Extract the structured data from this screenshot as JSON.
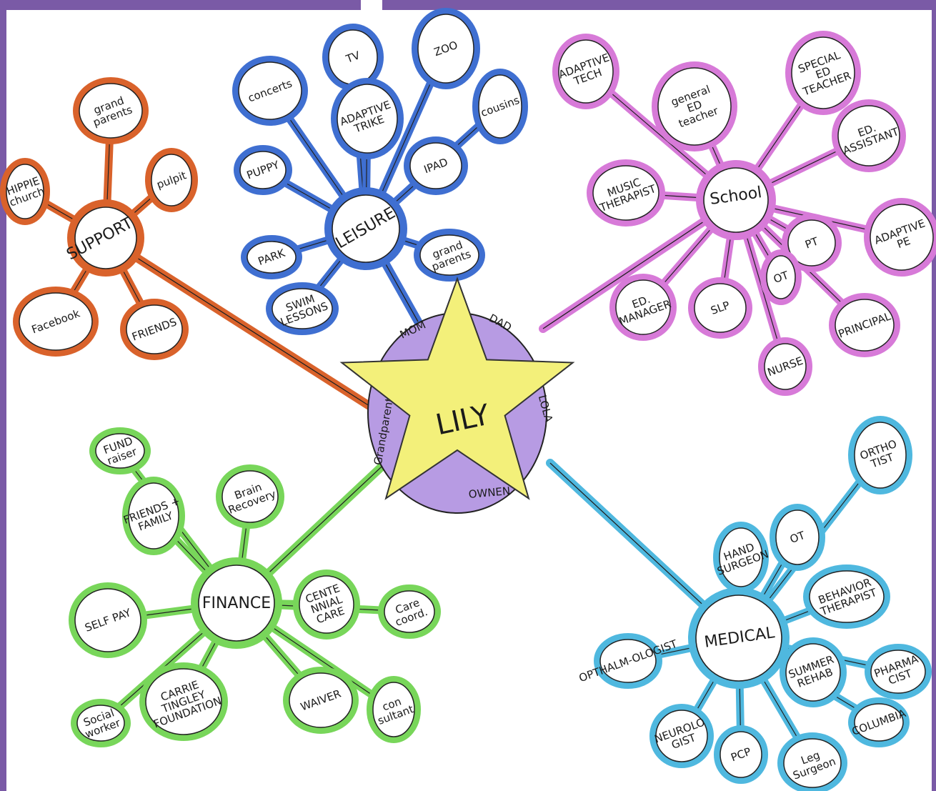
{
  "center": {
    "label": "LILY",
    "family": [
      "MOM",
      "DAD",
      "LOLA",
      "OWNEN",
      "Grandparents"
    ]
  },
  "colors": {
    "frame": "#7a5aa6",
    "support": "#d9622b",
    "leisure": "#3f6fd1",
    "school": "#d77ad8",
    "finance": "#78d65a",
    "medical": "#4fb8df",
    "star": "#f3f07a",
    "center": "#b79be3"
  },
  "hubs": [
    {
      "id": "support",
      "label": "SUPPORT",
      "color": "support",
      "children": [
        "grand parents",
        "HIPPIE church",
        "pulpit",
        "Facebook",
        "FRIENDS"
      ]
    },
    {
      "id": "leisure",
      "label": "LEISURE",
      "color": "leisure",
      "children": [
        "concerts",
        "TV",
        "ZOO",
        "ADAPTIVE TRIKE",
        "cousins",
        "PUPPY",
        "IPAD",
        "PARK",
        "grand parents",
        "SWIM LESSONS"
      ]
    },
    {
      "id": "school",
      "label": "School",
      "color": "school",
      "children": [
        "ADAPTIVE TECH",
        "general ED teacher",
        "SPECIAL ED TEACHER",
        "ED. ASSISTANT",
        "MUSIC THERAPIST",
        "ADAPTIVE PE",
        "PT",
        "OT",
        "ED. MANAGER",
        "SLP",
        "NURSE",
        "PRINCIPAL"
      ]
    },
    {
      "id": "finance",
      "label": "FINANCE",
      "color": "finance",
      "children": [
        "FUND raiser",
        "FRIENDS + FAMILY",
        "Brain Recovery",
        "CENTE NNIAL CARE",
        "Care coord.",
        "SELF PAY",
        "WAIVER",
        "con sultant",
        "CARRIE TINGLEY FOUNDATION",
        "Social worker"
      ]
    },
    {
      "id": "medical",
      "label": "MEDICAL",
      "color": "medical",
      "children": [
        "ORTHO TIST",
        "OT",
        "HAND SURGEON",
        "BEHAVIOR THERAPIST",
        "OPTHALM-OLOGIST",
        "PHARMA CIST",
        "SUMMER REHAB",
        "COLUMBIA",
        "NEUROLO GIST",
        "PCP",
        "Leg Surgeon"
      ]
    }
  ]
}
